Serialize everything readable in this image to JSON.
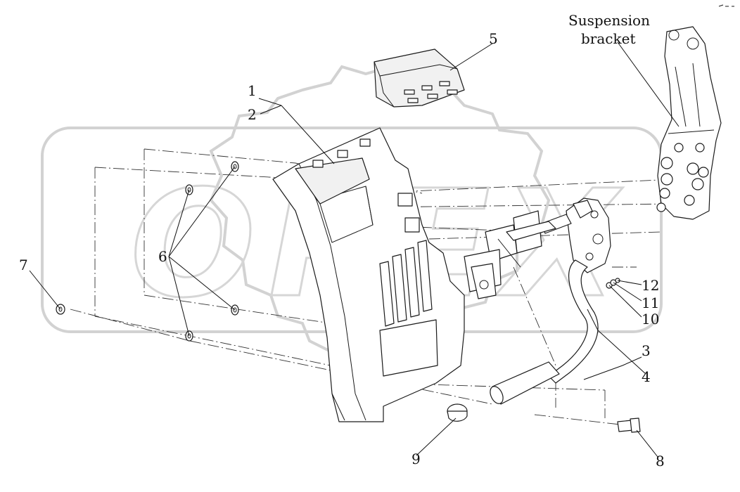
{
  "diagram": {
    "annotation_suspension": [
      "Suspension",
      "bracket"
    ],
    "callouts": [
      {
        "id": "c1",
        "text": "1"
      },
      {
        "id": "c2",
        "text": "2"
      },
      {
        "id": "c3",
        "text": "3"
      },
      {
        "id": "c4",
        "text": "4"
      },
      {
        "id": "c5",
        "text": "5"
      },
      {
        "id": "c6",
        "text": "6"
      },
      {
        "id": "c7",
        "text": "7"
      },
      {
        "id": "c8",
        "text": "8"
      },
      {
        "id": "c9",
        "text": "9"
      },
      {
        "id": "c10",
        "text": "10"
      },
      {
        "id": "c11",
        "text": "11"
      },
      {
        "id": "c12",
        "text": "12"
      }
    ],
    "watermark": "OPEX"
  }
}
